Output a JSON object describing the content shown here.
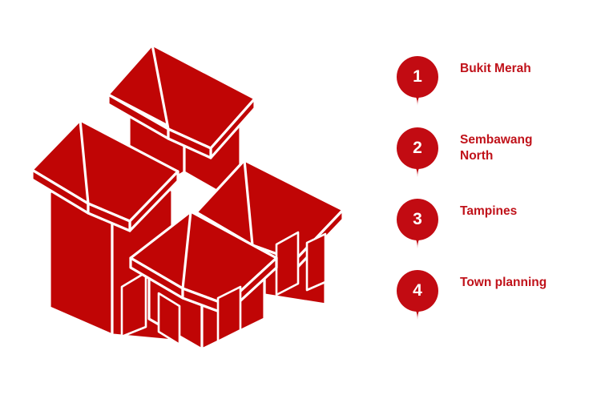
{
  "colors": {
    "background": "#ffffff",
    "brand_red": "#c00505",
    "pin_red": "#c20b12",
    "label_red": "#c0121a",
    "outline": "#ffffff"
  },
  "illustration": {
    "name": "isometric-housing-cluster",
    "description": "Cluster of four overlapping isometric red houses with white outlines",
    "house_count": 4
  },
  "legend": {
    "items": [
      {
        "number": "1",
        "label": "Bukit Merah"
      },
      {
        "number": "2",
        "label": "Sembawang\nNorth"
      },
      {
        "number": "3",
        "label": "Tampines"
      },
      {
        "number": "4",
        "label": "Town planning"
      }
    ]
  }
}
